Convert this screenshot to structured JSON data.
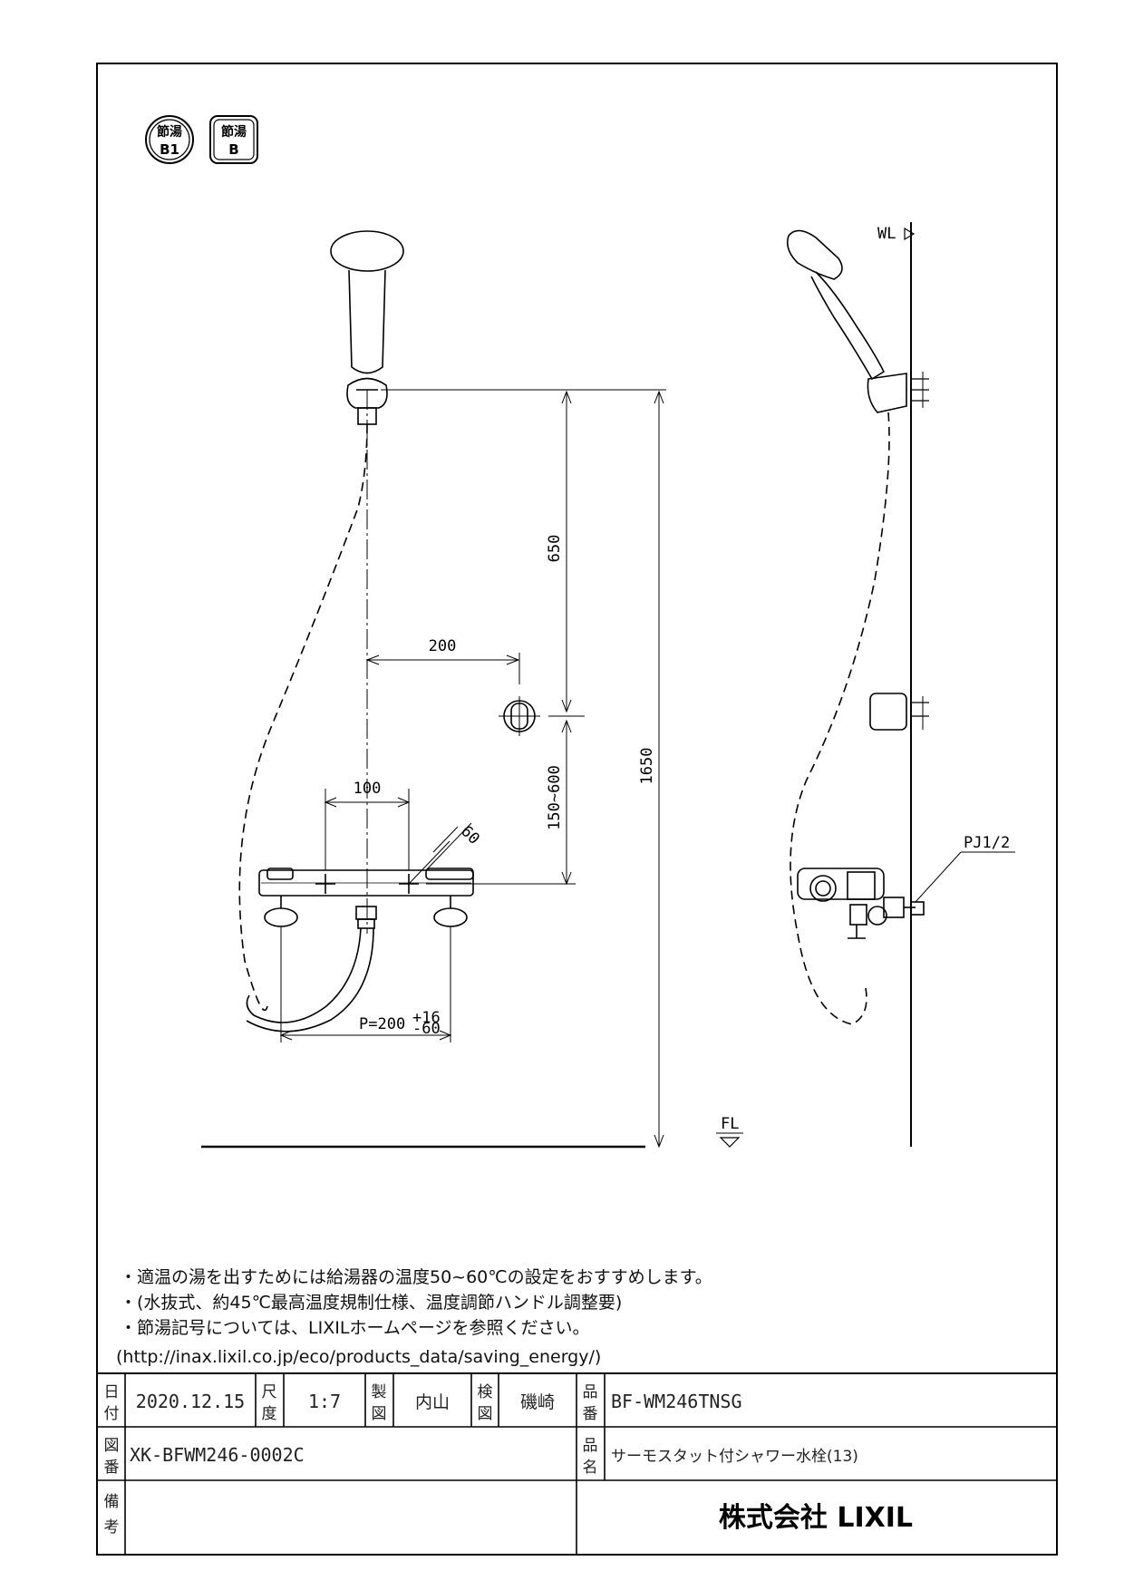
{
  "badges": {
    "b1": {
      "top": "節湯",
      "bottom": "B1"
    },
    "b": {
      "top": "節湯",
      "bottom": "B"
    }
  },
  "dims": {
    "d650": "650",
    "d200": "200",
    "d150_600": "150~600",
    "d1650": "1650",
    "d100": "100",
    "d60": "60",
    "pitch": "P=200",
    "pitch_tol_upper": "+16",
    "pitch_tol_lower": "-60",
    "pipe": "PJ1/2",
    "wl": "WL",
    "fl": "FL"
  },
  "notes": [
    "・適温の湯を出すためには給湯器の温度50~60℃の設定をおすすめします。",
    "・(水抜式、約45℃最高温度規制仕様、温度調節ハンドル調整要)",
    "・節湯記号については、LIXILホームページを参照ください。",
    "(http://inax.lixil.co.jp/eco/products_data/saving_energy/)"
  ],
  "title_block": {
    "date_label": [
      "日",
      "付"
    ],
    "date": "2020.12.15",
    "scale_label": [
      "尺",
      "度"
    ],
    "scale": "1:7",
    "drawn_label": [
      "製",
      "図"
    ],
    "drawn": "内山",
    "checked_label": [
      "検",
      "図"
    ],
    "checked": "磯崎",
    "part_no_label": [
      "品",
      "番"
    ],
    "part_no": "BF-WM246TNSG",
    "drawing_no_label": [
      "図",
      "番"
    ],
    "drawing_no": "XK-BFWM246-0002C",
    "product_name_label": [
      "品",
      "名"
    ],
    "product_name": "サーモスタット付シャワー水栓(13)",
    "remarks_label": [
      "備",
      "考"
    ],
    "company": "株式会社 LIXIL"
  }
}
